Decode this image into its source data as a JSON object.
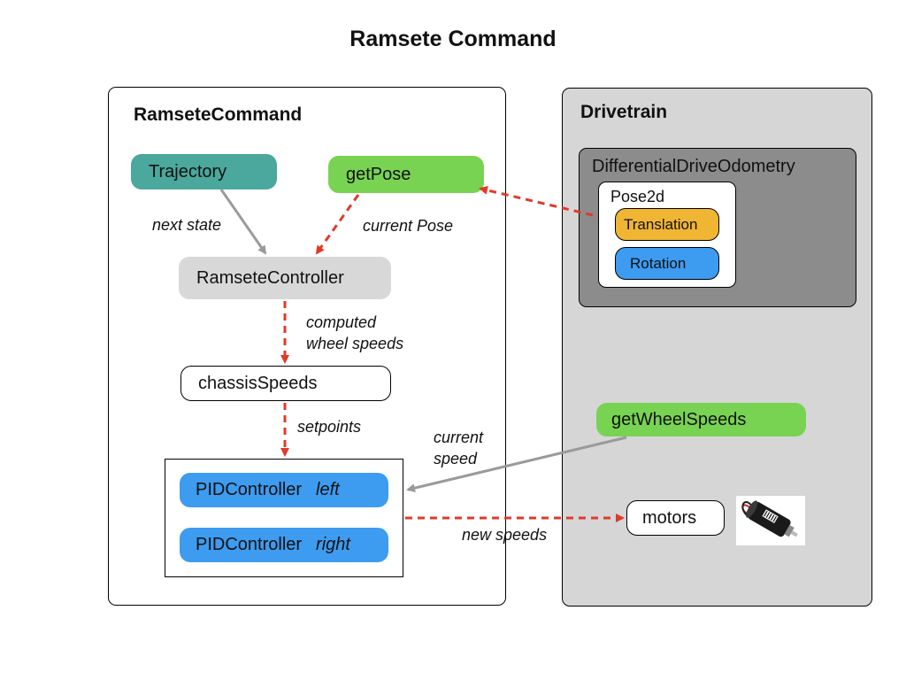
{
  "title": "Ramsete Command",
  "colors": {
    "trajectory": "#4aa89c",
    "getpose": "#78d352",
    "controller": "#d8d8d8",
    "pid": "#3d9bf0",
    "translation": "#f0b533",
    "rotation": "#3d9bf0",
    "drivetrain_bg": "#d6d6d6",
    "odometry_bg": "#8c8c8c",
    "dashed_arrow": "#e03a2a",
    "solid_arrow": "#9a9a9a"
  },
  "ramsete_panel": {
    "title": "RamseteCommand",
    "trajectory": "Trajectory",
    "get_pose": "getPose",
    "controller": "RamseteController",
    "chassis_speeds": "chassisSpeeds",
    "pid_left": {
      "name": "PIDController",
      "side": "left"
    },
    "pid_right": {
      "name": "PIDController",
      "side": "right"
    }
  },
  "drivetrain_panel": {
    "title": "Drivetrain",
    "odometry": "DifferentialDriveOdometry",
    "pose2d": "Pose2d",
    "translation": "Translation",
    "rotation": "Rotation",
    "get_wheel_speeds": "getWheelSpeeds",
    "motors": "motors",
    "motor_icon": "dc-motor-photo"
  },
  "edge_labels": {
    "next_state": "next state",
    "current_pose": "current Pose",
    "computed_line1": "computed",
    "computed_line2": "wheel speeds",
    "setpoints": "setpoints",
    "current_speed_line1": "current",
    "current_speed_line2": "speed",
    "new_speeds": "new speeds"
  }
}
